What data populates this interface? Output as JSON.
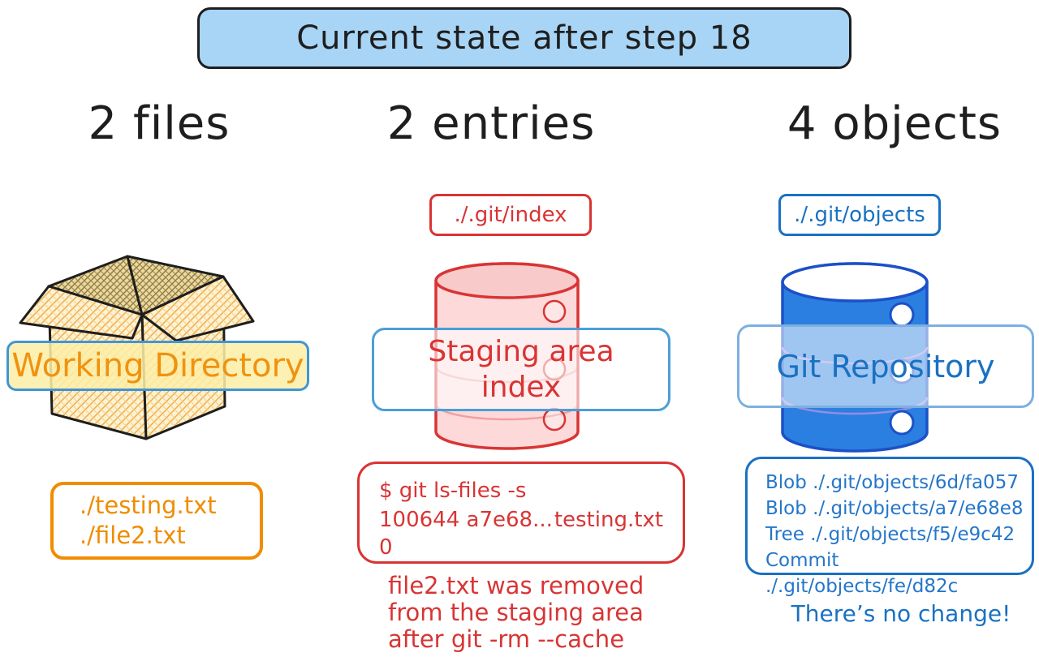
{
  "title": "Current state after step 18",
  "colors": {
    "ink": "#1e1e1e",
    "title_fill": "#a8d4f5",
    "red": "#d93434",
    "pink_fill": "#f8caca",
    "blue": "#1971c2",
    "cylinder_blue_fill": "#2b7fe0",
    "cylinder_blue_stroke": "#1c50c8",
    "orange": "#f08c00",
    "banner_yellow_fill": "#fdeea8",
    "banner_border_blue": "#4a9fd8"
  },
  "working": {
    "header": "2 files",
    "banner": "Working Directory",
    "files": [
      "./testing.txt",
      "./file2.txt"
    ]
  },
  "staging": {
    "header": "2 entries",
    "path_label": "./.git/index",
    "banner_line1": "Staging area",
    "banner_line2": "index",
    "terminal_line1": "$ git ls-files -s",
    "terminal_line2_left": "100644 a7e68... 0",
    "terminal_line2_right": "testing.txt",
    "note_lines": [
      "file2.txt was removed",
      "from the staging area",
      "after git -rm --cache"
    ]
  },
  "repository": {
    "header": "4 objects",
    "path_label": "./.git/objects",
    "banner": "Git Repository",
    "objects": [
      "Blob ./.git/objects/6d/fa057",
      "Blob ./.git/objects/a7/e68e8",
      "Tree ./.git/objects/f5/e9c42",
      "Commit ./.git/objects/fe/d82c"
    ],
    "note": "There’s no change!"
  }
}
